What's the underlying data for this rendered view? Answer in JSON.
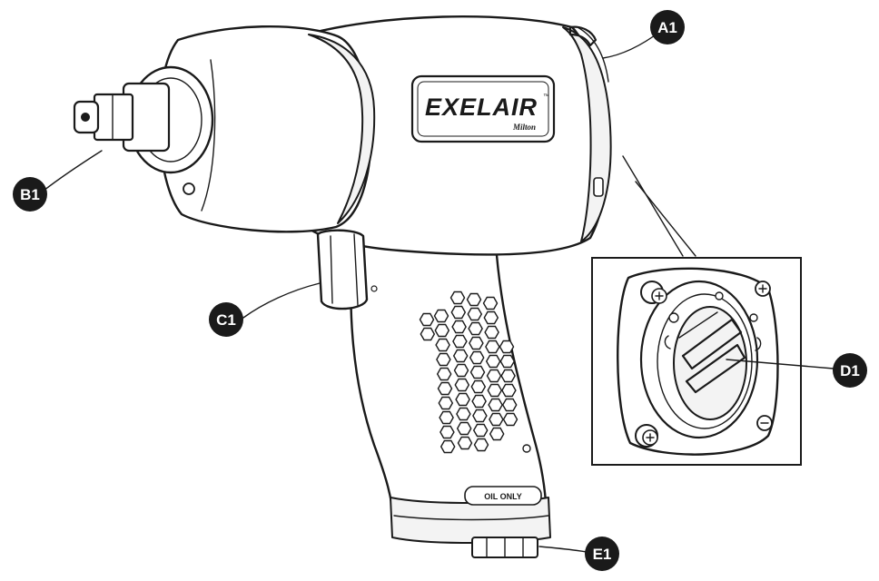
{
  "brand": {
    "name": "EXELAIR",
    "trademark": "™",
    "sub_brand": "Milton"
  },
  "grip_label": "OIL ONLY",
  "callouts": [
    {
      "id": "A1",
      "label": "A1"
    },
    {
      "id": "B1",
      "label": "B1"
    },
    {
      "id": "C1",
      "label": "C1"
    },
    {
      "id": "D1",
      "label": "D1"
    },
    {
      "id": "E1",
      "label": "E1"
    }
  ],
  "colors": {
    "line": "#1a1a1a",
    "callout_fill": "#1a1a1a",
    "callout_text": "#ffffff",
    "background": "#ffffff"
  }
}
